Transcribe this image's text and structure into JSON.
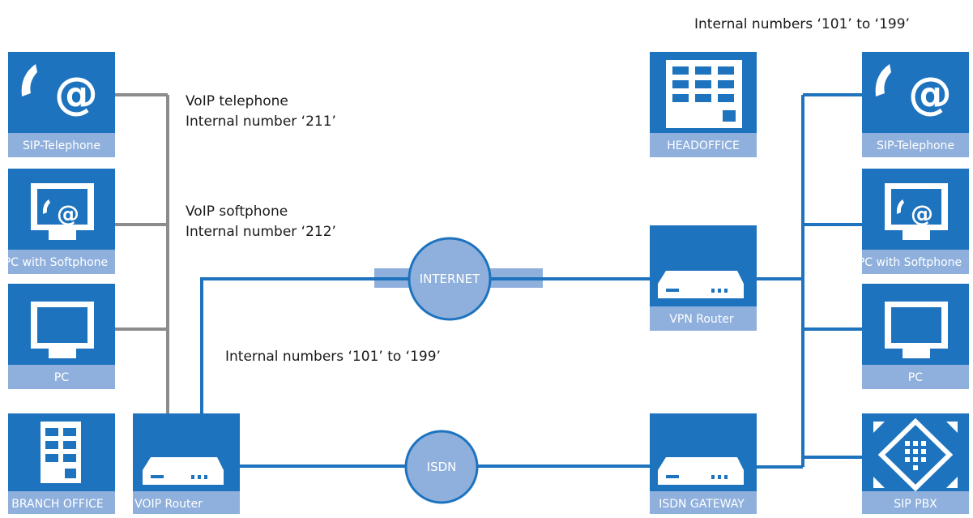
{
  "colors": {
    "tile": "#1e73be",
    "tile_band": "#8fb0dc",
    "network_line": "#1e73be",
    "lan_line": "#8c8c8c",
    "cloud": "#8fb0dc",
    "cloud_border": "#1e73be"
  },
  "branch": {
    "sip_telephone": {
      "label": "SIP-Telephone",
      "icon": "phone-at-icon"
    },
    "softphone_pc": {
      "label": "PC with Softphone",
      "icon": "monitor-phone-at-icon"
    },
    "pc": {
      "label": "PC",
      "icon": "monitor-icon"
    },
    "branch_office": {
      "label": "BRANCH OFFICE",
      "icon": "building-icon"
    },
    "voip_router": {
      "label": "VOIP Router",
      "icon": "router-icon"
    }
  },
  "headoffice": {
    "headoffice": {
      "label": "HEADOFFICE",
      "icon": "building-icon"
    },
    "vpn_router": {
      "label": "VPN Router",
      "icon": "router-icon"
    },
    "isdn_gateway": {
      "label": "ISDN GATEWAY",
      "icon": "router-icon"
    },
    "sip_telephone": {
      "label": "SIP-Telephone",
      "icon": "phone-at-icon"
    },
    "softphone_pc": {
      "label": "PC with Softphone",
      "icon": "monitor-phone-at-icon"
    },
    "pc": {
      "label": "PC",
      "icon": "monitor-icon"
    },
    "sip_pbx": {
      "label": "SIP PBX",
      "icon": "pbx-icon"
    }
  },
  "networks": {
    "internet": "INTERNET",
    "isdn": "ISDN"
  },
  "notes": {
    "voip_phone_line1": "VoIP telephone",
    "voip_phone_line2": "Internal number ‘211’",
    "softphone_line1": "VoIP softphone",
    "softphone_line2": "Internal number ‘212’",
    "branch_range": "Internal numbers ‘101’ to ‘199’",
    "headoffice_range": "Internal numbers ‘101’ to ‘199’"
  }
}
